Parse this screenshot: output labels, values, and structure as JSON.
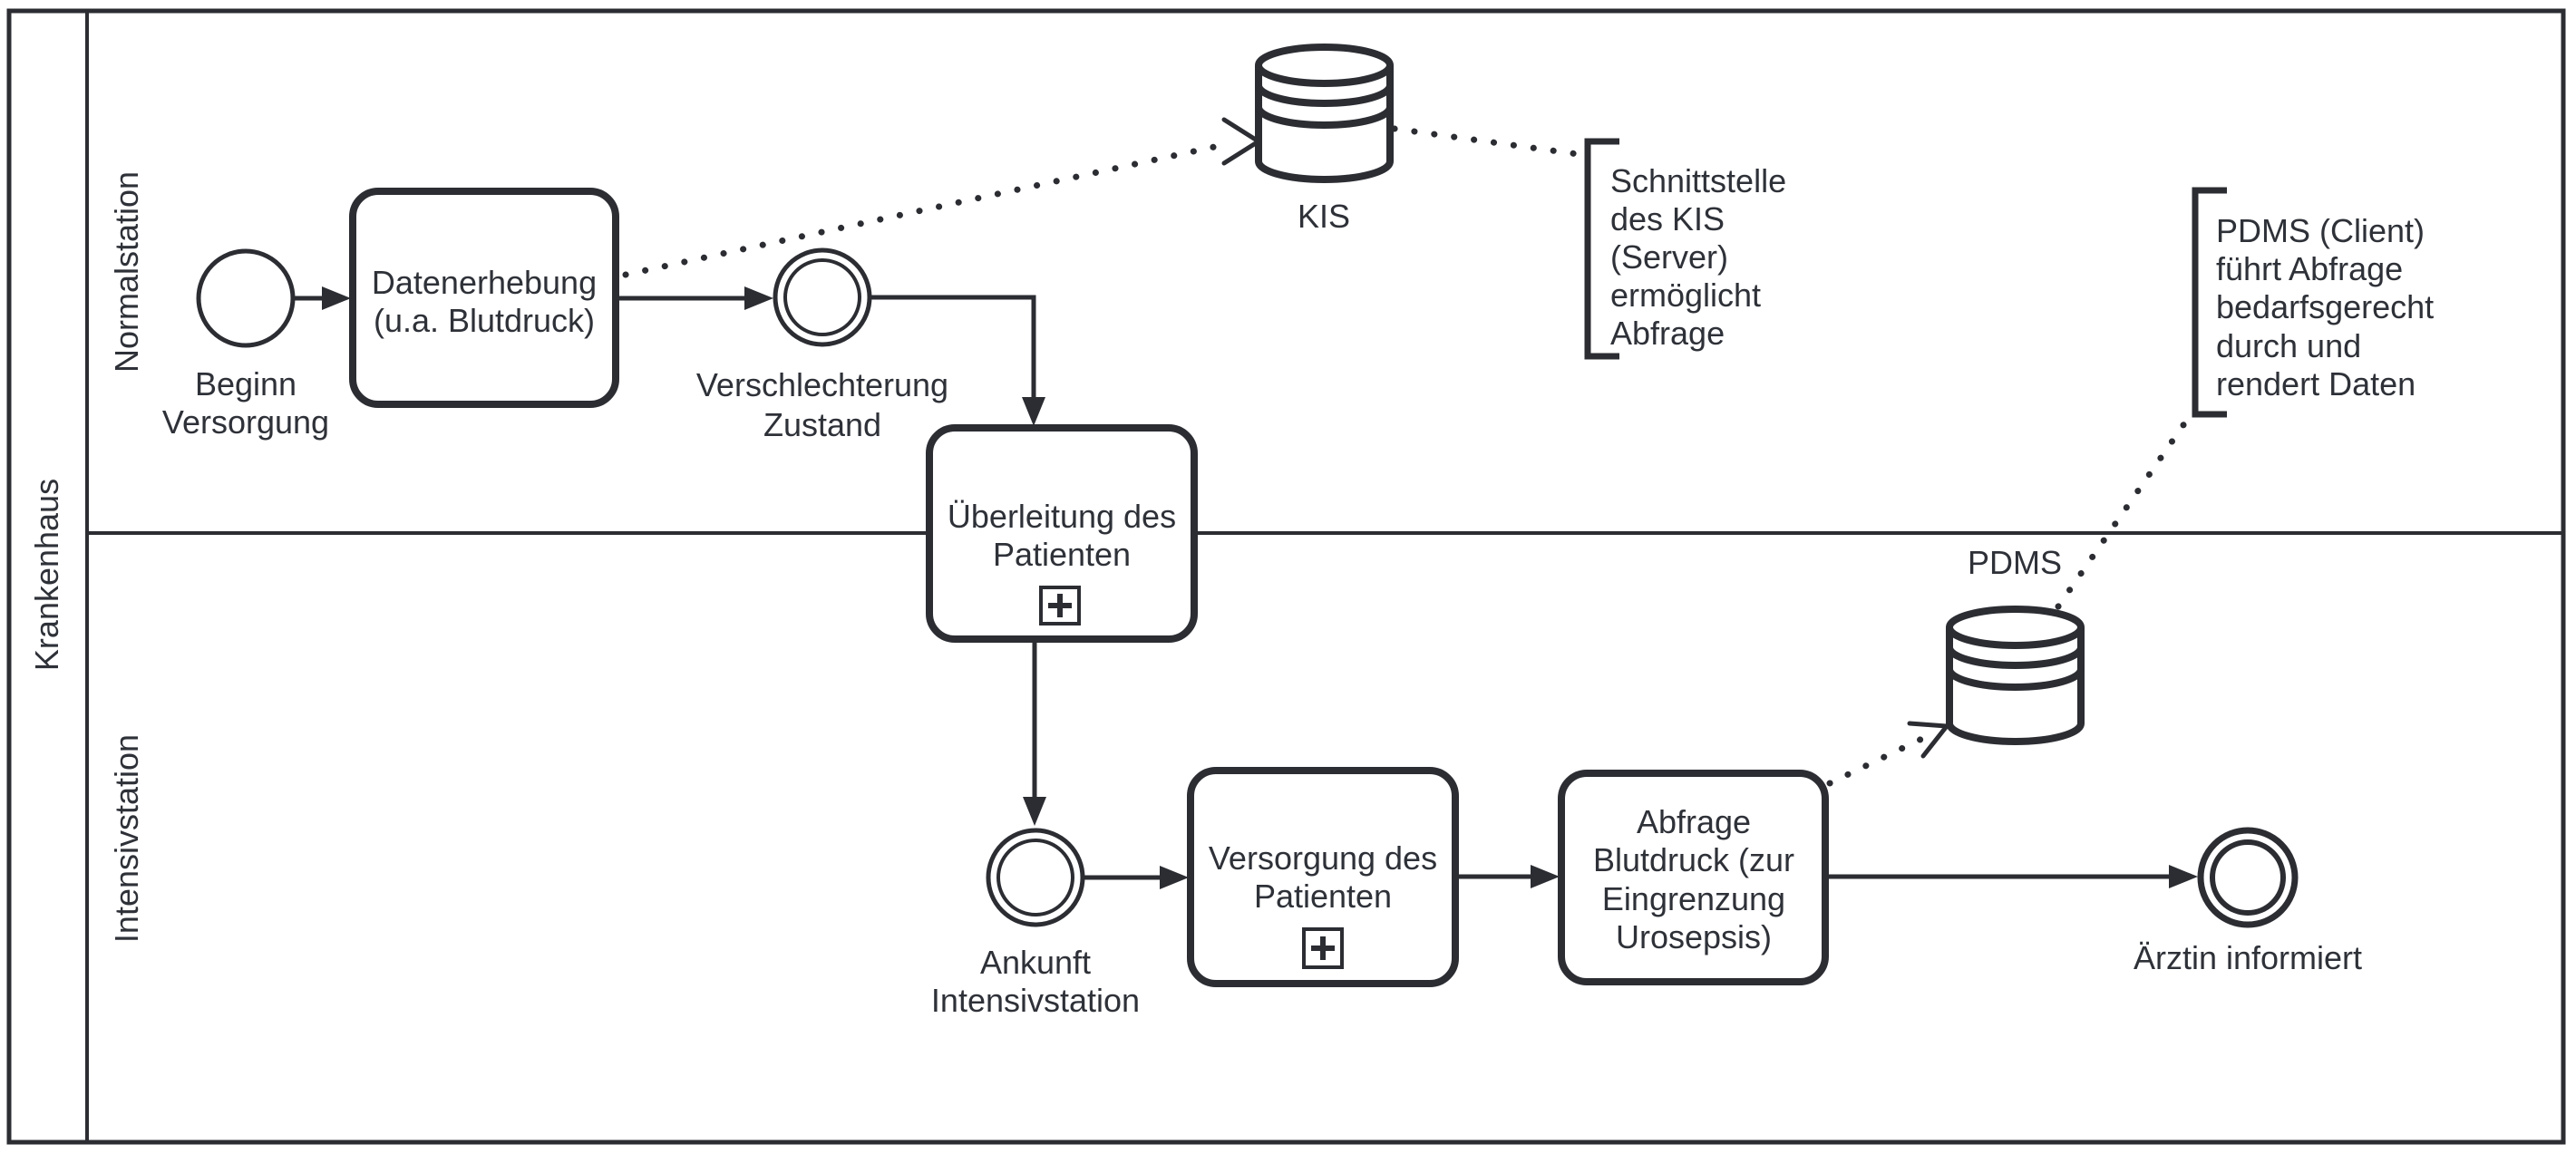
{
  "colors": {
    "stroke": "#2b2d33",
    "text": "#2e3138",
    "fill": "#ffffff",
    "background": "#ffffff"
  },
  "pool": {
    "label": "Krankenhaus"
  },
  "lanes": {
    "top": "Normalstation",
    "bottom": "Intensivstation"
  },
  "events": {
    "start": {
      "lines": [
        "Beginn",
        "Versorgung"
      ]
    },
    "deterioration": {
      "lines": [
        "Verschlechterung",
        "Zustand"
      ]
    },
    "arrival": {
      "lines": [
        "Ankunft",
        "Intensivstation"
      ]
    },
    "end": {
      "label": "Ärztin informiert"
    }
  },
  "tasks": {
    "datenerhebung": {
      "lines": [
        "Datenerhebung",
        "(u.a. Blutdruck)"
      ]
    },
    "ueberleitung": {
      "lines": [
        "Überleitung des",
        "Patienten"
      ],
      "marker": "subprocess-plus"
    },
    "versorgung": {
      "lines": [
        "Versorgung des",
        "Patienten"
      ],
      "marker": "subprocess-plus"
    },
    "abfrage": {
      "lines": [
        "Abfrage",
        "Blutdruck (zur",
        "Eingrenzung",
        "Urosepsis)"
      ]
    }
  },
  "datastores": {
    "kis": {
      "label": "KIS"
    },
    "pdms": {
      "label": "PDMS"
    }
  },
  "annotations": {
    "kis_note": {
      "lines": [
        "Schnittstelle",
        "des KIS",
        "(Server)",
        "ermöglicht",
        "Abfrage"
      ]
    },
    "pdms_note": {
      "lines": [
        "PDMS (Client)",
        "führt Abfrage",
        "bedarfsgerecht",
        "durch und",
        "rendert Daten"
      ]
    }
  }
}
